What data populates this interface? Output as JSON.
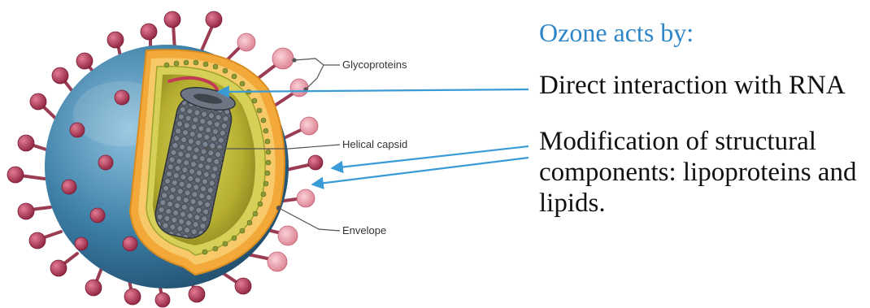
{
  "diagram": {
    "labels": {
      "glycoproteins": "Glycoproteins",
      "helical_capsid": "Helical capsid",
      "envelope": "Envelope"
    },
    "colors": {
      "arrow": "#3a9bd6",
      "heading": "#2e86c8",
      "sphere": "#3d7fa6",
      "spike_head": "#b8435f",
      "spike_head_light": "#e9a1ad",
      "envelope_outer": "#f5b63d",
      "interior": "#b5ae30",
      "capsid": "#555c68"
    }
  },
  "text": {
    "heading": "Ozone acts by:",
    "points": [
      "Direct interaction with RNA",
      "Modification of structural components: lipoproteins and lipids."
    ]
  }
}
